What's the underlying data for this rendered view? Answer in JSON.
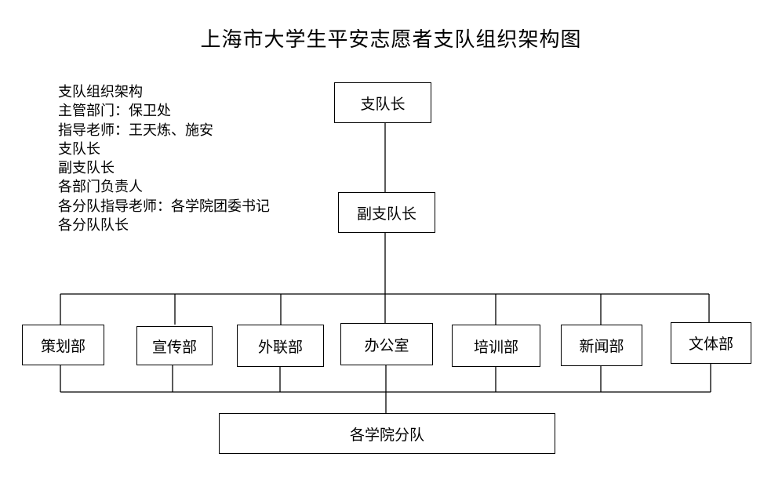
{
  "title": "上海市大学生平安志愿者支队组织架构图",
  "info_lines": [
    "支队组织架构",
    "主管部门：保卫处",
    "指导老师：王天炼、施安",
    "支队长",
    "副支队长",
    "各部门负责人",
    "各分队指导老师：各学院团委书记",
    "各分队队长"
  ],
  "nodes": {
    "leader": "支队长",
    "deputy": "副支队长",
    "departments": [
      "策划部",
      "宣传部",
      "外联部",
      "办公室",
      "培训部",
      "新闻部",
      "文体部"
    ],
    "branches": "各学院分队"
  }
}
